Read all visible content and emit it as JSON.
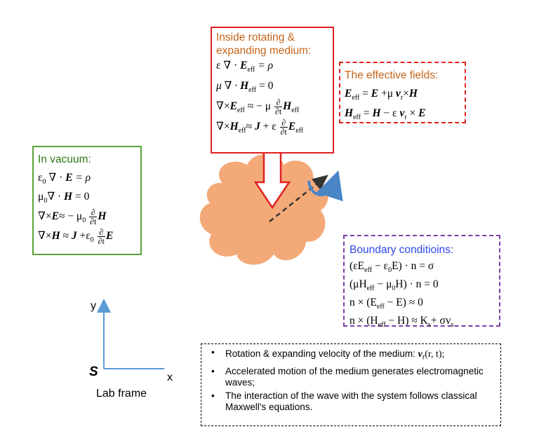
{
  "vacuum": {
    "title": "In vacuum:",
    "eq1_a": "ε",
    "eq1_sub": "0",
    "eq1_b": " ∇ · ",
    "eq1_c": "E",
    "eq1_d": " =  ρ",
    "eq2_a": "μ",
    "eq2_sub": "0",
    "eq2_b": "∇ · ",
    "eq2_c": "H",
    "eq2_d": " =  0",
    "eq3_a": "∇×",
    "eq3_b": "E",
    "eq3_c": "≈ − μ",
    "eq3_sub": "0",
    "eq3_num": "∂",
    "eq3_den": "∂t",
    "eq3_d": "H",
    "eq4_a": "∇×",
    "eq4_b": "H",
    "eq4_c": " ≈ ",
    "eq4_d": "J",
    "eq4_e": " +ε",
    "eq4_sub": "0",
    "eq4_num": "∂",
    "eq4_den": "∂t",
    "eq4_f": "E"
  },
  "inside": {
    "title_line1": "Inside rotating &",
    "title_line2": "expanding medium:",
    "eq1_a": "ε ∇ · ",
    "eq1_b": "E",
    "eq1_sub": "eff",
    "eq1_c": "  =  ρ",
    "eq2_a": "μ ∇ · ",
    "eq2_b": "H",
    "eq2_sub": "eff",
    "eq2_c": "  =  0",
    "eq3_a": "∇×",
    "eq3_b": "E",
    "eq3_sub": "eff",
    "eq3_c": " ≈ − μ",
    "eq3_num": "∂",
    "eq3_den": "∂t",
    "eq3_d": "H",
    "eq3_sub2": "eff",
    "eq4_a": "∇×",
    "eq4_b": "H",
    "eq4_sub": "eff",
    "eq4_c": "≈ ",
    "eq4_d": "J",
    "eq4_e": " + ε",
    "eq4_num": "∂",
    "eq4_den": "∂t",
    "eq4_f": "E",
    "eq4_sub2": "eff"
  },
  "effective": {
    "title": "The effective fields:",
    "eq1_a": "E",
    "eq1_sub": "eff",
    "eq1_b": " = ",
    "eq1_c": "E",
    "eq1_d": " +μ ",
    "eq1_e": "v",
    "eq1_sub2": "r",
    "eq1_f": "×",
    "eq1_g": "H",
    "eq2_a": "H",
    "eq2_sub": "eff",
    "eq2_b": " = ",
    "eq2_c": "H",
    "eq2_d": " − ε ",
    "eq2_e": "v",
    "eq2_sub2": "r",
    "eq2_f": " × ",
    "eq2_g": "E"
  },
  "boundary": {
    "title": "Boundary conditioins:",
    "eq1": "(εE",
    "eq1_sub": "eff",
    "eq1_b": " − ε",
    "eq1_sub2": "0",
    "eq1_c": "E) · n = σ",
    "eq2": "(μH",
    "eq2_sub": "eff",
    "eq2_b": " − μ",
    "eq2_sub2": "0",
    "eq2_c": "H) · n = 0",
    "eq3": "n × (E",
    "eq3_sub": "eff",
    "eq3_b": " − E) ≈ 0",
    "eq4": "n × (H",
    "eq4_sub": "eff",
    "eq4_b": " − H) ≈ K",
    "eq4_sub2": "s",
    "eq4_c": "+ σv",
    "eq4_sub3": "s"
  },
  "notes": {
    "item1": "Rotation & expanding velocity of the medium:  ",
    "item1_math": "v",
    "item1_sub": "r",
    "item1_math2": "(r, t);",
    "item2": "Accelerated motion of the medium generates electromagnetic waves;",
    "item3": "The interaction of the wave with the system follows classical Maxwell’s equations."
  },
  "frame": {
    "y_label": "y",
    "x_label": "x",
    "s_label": "S",
    "name": "Lab frame"
  },
  "colors": {
    "cloud": "#f4aa78",
    "vacuum_border": "#5aa33a",
    "inside_border": "#e02020",
    "boundary_border": "#7b3fa8",
    "axis": "#5b9bd5",
    "rotation_arrow": "#4a86c5"
  }
}
